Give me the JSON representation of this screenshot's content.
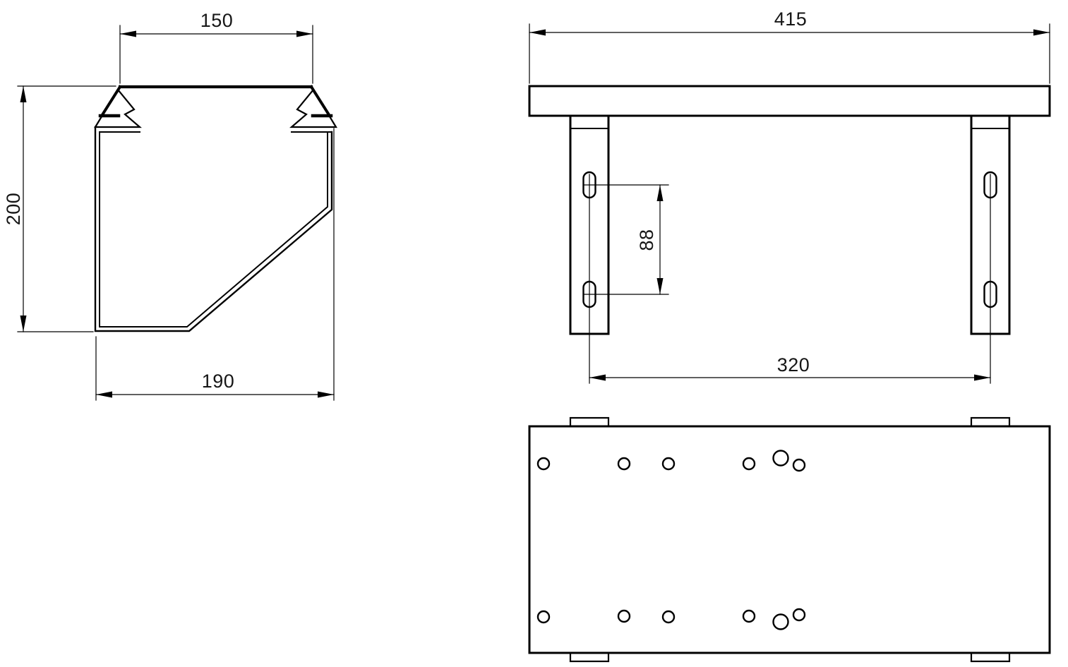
{
  "drawing": {
    "type": "technical-drawing",
    "views": {
      "profile_section": "channel-profile-cross-section",
      "front_view": "bracket-front-view",
      "top_view": "bracket-top-view"
    },
    "colors": {
      "background": "#ffffff",
      "line": "#000000"
    }
  },
  "dimensions": {
    "profile_top_width": "150",
    "profile_height": "200",
    "profile_bottom_width": "190",
    "front_total_width": "415",
    "front_slot_pitch": "88",
    "front_leg_pitch": "320"
  }
}
